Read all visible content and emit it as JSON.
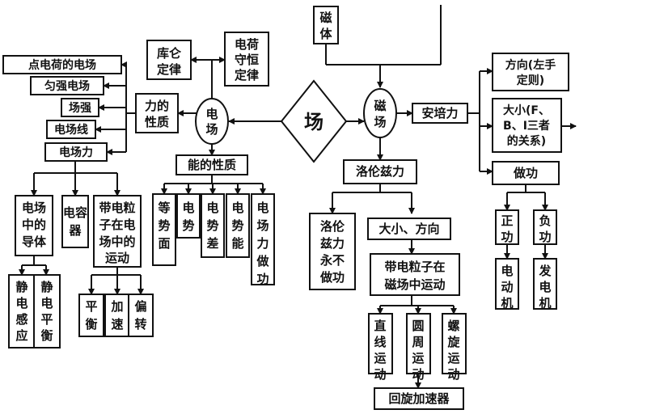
{
  "center": "场",
  "electric": {
    "node": [
      "电",
      "场"
    ],
    "force_props": [
      "力的",
      "性质"
    ],
    "coulomb": [
      "库仑",
      "定律"
    ],
    "conservation": [
      "电荷",
      "守恒",
      "定律"
    ],
    "force_items": [
      "点电荷的电场",
      "匀强电场",
      "场强",
      "电场线",
      "电场力"
    ],
    "energy_props": "能的性质",
    "energy_items": [
      "等势面",
      "电势",
      "电势差",
      "电势能",
      "电场力做功"
    ],
    "conductor": [
      "电场",
      "中的",
      "导体"
    ],
    "capacitor": [
      "电容",
      "器"
    ],
    "particle_motion": [
      "带电粒",
      "子在电",
      "场中的",
      "运动"
    ],
    "electrostatic_induction": "静电感应",
    "electrostatic_balance": "静电平衡",
    "motion_balance": "平衡",
    "motion_accelerate": "加速",
    "motion_deflect": "偏转"
  },
  "magnetic": {
    "magnet": [
      "磁",
      "体"
    ],
    "node": [
      "磁",
      "场"
    ],
    "ampere": "安培力",
    "direction": [
      "方向(左手",
      "定则)"
    ],
    "magnitude": [
      "大小(F、",
      "B、I三者",
      "的关系)"
    ],
    "work": "做功",
    "positive_work": "正功",
    "negative_work": "负功",
    "motor": "电动机",
    "generator": "发电机",
    "lorentz": "洛伦兹力",
    "lorentz_no_work": [
      "洛伦",
      "兹力",
      "永不",
      "做功"
    ],
    "size_direction": "大小、方向",
    "particle_in_field": [
      "带电粒子在",
      "磁场中运动"
    ],
    "linear": "直线运动",
    "circular": "圆周运动",
    "spiral": "螺旋运动",
    "cyclotron": "回旋加速器"
  }
}
